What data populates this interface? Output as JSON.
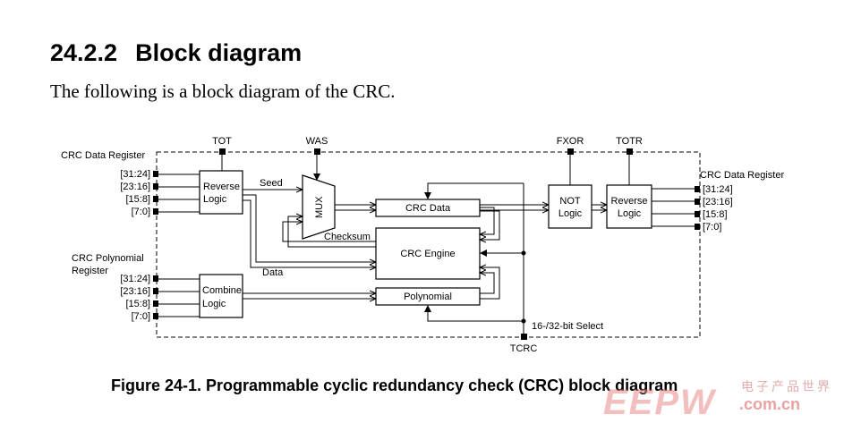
{
  "section": {
    "number": "24.2.2",
    "title": "Block diagram",
    "intro": "The following is a block diagram of the CRC."
  },
  "diagram": {
    "data_register_in": "CRC Data Register",
    "data_in_bytes": [
      "[31:24]",
      "[23:16]",
      "[15:8]",
      "[7:0]"
    ],
    "poly_register_line1": "CRC Polynomial",
    "poly_register_line2": "Register",
    "poly_in_bytes": [
      "[31:24]",
      "[23:16]",
      "[15:8]",
      "[7:0]"
    ],
    "data_register_out": "CRC Data Register",
    "data_out_bytes": [
      "[31:24]",
      "[23:16]",
      "[15:8]",
      "[7:0]"
    ],
    "signals": {
      "tot": "TOT",
      "was": "WAS",
      "fxor": "FXOR",
      "totr": "TOTR",
      "tcrc": "TCRC",
      "select": "16-/32-bit Select",
      "seed": "Seed",
      "data": "Data",
      "checksum": "Checksum"
    },
    "blocks": {
      "reverse_in_1": "Reverse",
      "reverse_in_2": "Logic",
      "combine_1": "Combine",
      "combine_2": "Logic",
      "mux": "MUX",
      "crc_data": "CRC Data",
      "crc_engine": "CRC Engine",
      "polynomial": "Polynomial",
      "not_1": "NOT",
      "not_2": "Logic",
      "reverse_out_1": "Reverse",
      "reverse_out_2": "Logic"
    }
  },
  "caption": "Figure 24-1. Programmable cyclic redundancy check (CRC) block diagram",
  "watermark": {
    "logo": "EEPW",
    "chinese": "电子产品世界",
    "url": ".com.cn"
  }
}
